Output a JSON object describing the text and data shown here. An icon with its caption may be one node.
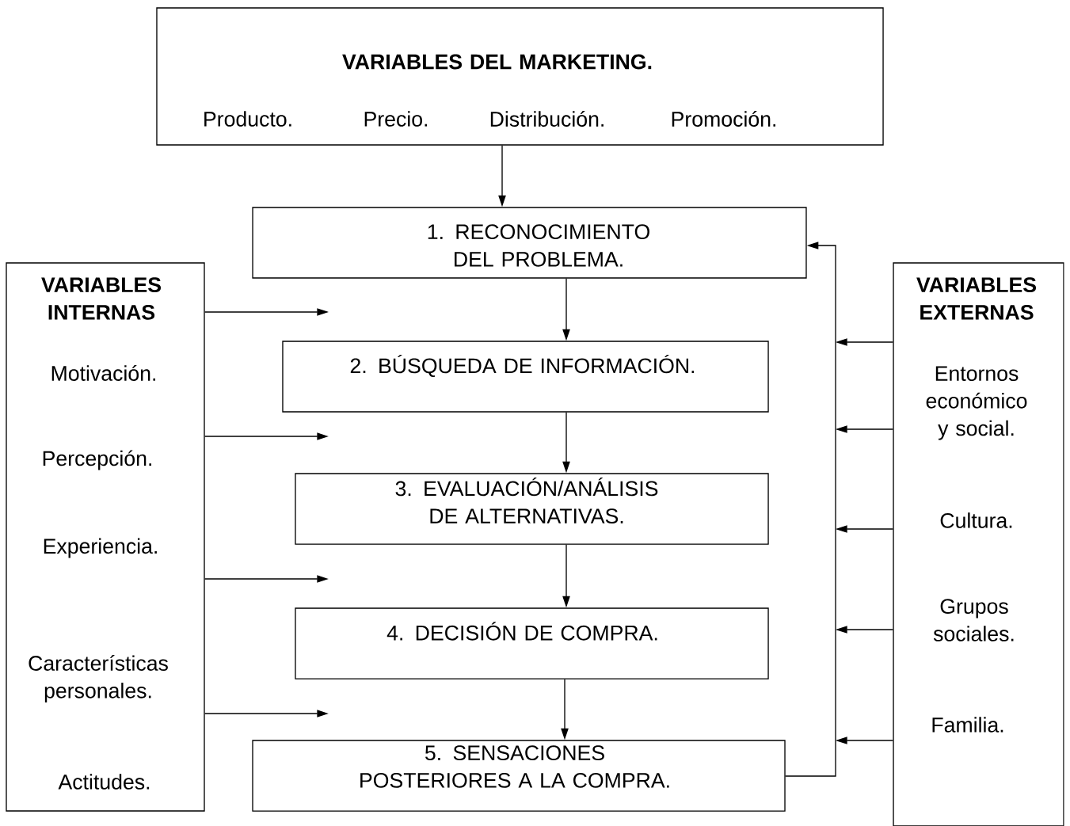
{
  "diagram": {
    "nodes": [
      {
        "text": [
          "VARIABLES DEL MARKETING.",
          "Producto.",
          "Precio.",
          "Distribución.",
          "Promoción."
        ]
      },
      {
        "text": [
          "1. RECONOCIMIENTO DEL PROBLEMA."
        ]
      },
      {
        "text": [
          "2. BÚSQUEDA DE INFORMACIÓN."
        ]
      },
      {
        "text": [
          "3. EVALUACIÓN/ANÁLISIS DE ALTERNATIVAS."
        ]
      },
      {
        "text": [
          "4. DECISIÓN DE COMPRA."
        ]
      },
      {
        "text": [
          "5. SENSACIONES POSTERIORES A LA COMPRA."
        ]
      },
      {
        "text": [
          "VARIABLES INTERNAS",
          "Motivación.",
          "Percepción.",
          "Experiencia.",
          "Características personales.",
          "Actitudes."
        ]
      },
      {
        "text": [
          "VARIABLES EXTERNAS",
          "Entornos económico y social.",
          "Cultura.",
          "Grupos sociales.",
          "Familia."
        ]
      }
    ],
    "edges": [
      {
        "from": 0,
        "to": 1,
        "arrow": "to"
      },
      {
        "from": 1,
        "to": 2,
        "arrow": "to"
      },
      {
        "from": 2,
        "to": 3,
        "arrow": "to"
      },
      {
        "from": 3,
        "to": 4,
        "arrow": "to"
      },
      {
        "from": 4,
        "to": 5,
        "arrow": "to"
      },
      {
        "from": 5,
        "to": 1,
        "arrow": "to"
      },
      {
        "from": 6,
        "to": null,
        "arrow": "to"
      },
      {
        "from": 6,
        "to": null,
        "arrow": "to"
      },
      {
        "from": 6,
        "to": null,
        "arrow": "to"
      },
      {
        "from": 6,
        "to": null,
        "arrow": "to"
      },
      {
        "from": 7,
        "to": null,
        "arrow": "to"
      },
      {
        "from": 7,
        "to": null,
        "arrow": "to"
      },
      {
        "from": 7,
        "to": null,
        "arrow": "to"
      },
      {
        "from": 7,
        "to": null,
        "arrow": "to"
      },
      {
        "from": 7,
        "to": null,
        "arrow": "to"
      }
    ]
  }
}
